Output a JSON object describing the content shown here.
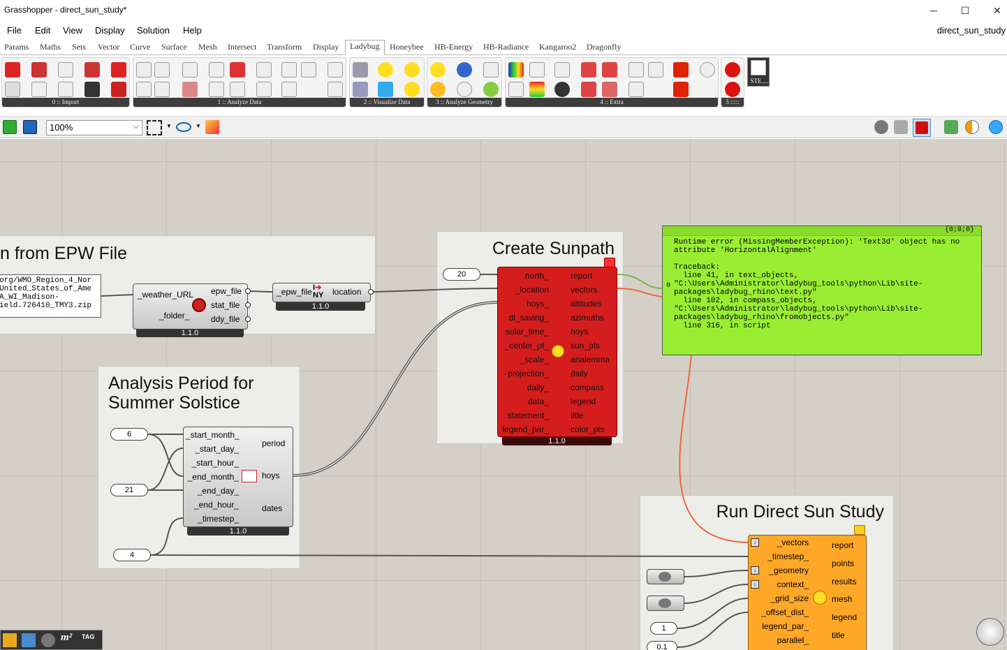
{
  "window": {
    "title": "Grasshopper - direct_sun_study*",
    "doc_name": "direct_sun_study",
    "minimize": "─",
    "maximize": "☐",
    "close": "✕"
  },
  "menu": [
    "File",
    "Edit",
    "View",
    "Display",
    "Solution",
    "Help"
  ],
  "tabs": [
    "Params",
    "Maths",
    "Sets",
    "Vector",
    "Curve",
    "Surface",
    "Mesh",
    "Intersect",
    "Transform",
    "Display",
    "Ladybug",
    "Honeybee",
    "HB-Energy",
    "HB-Radiance",
    "Kangaroo2",
    "Dragonfly"
  ],
  "active_tab": "Ladybug",
  "ribbon_groups": [
    "0 :: Import",
    "1 :: Analyze Data",
    "2 :: Visualize Data",
    "3 :: Analyze Geometry",
    "4 :: Extra",
    "5 :::::"
  ],
  "ribbon_misc": {
    "ste": "STE...."
  },
  "zoom": "100%",
  "groups": {
    "epw": {
      "title": "n from EPW File"
    },
    "sunpath": {
      "title": "Create Sunpath"
    },
    "period": {
      "title": "Analysis Period for Summer Solstice"
    },
    "study": {
      "title": "Run Direct Sun Study"
    }
  },
  "url_panel": {
    "text": "org/WMO_Region_4_Nor\nUnited_States_of_Ame\nA_WI_Madison-\nield.726410_TMY3.zip"
  },
  "download_weather": {
    "inputs": [
      "_weather_URL",
      "_folder_"
    ],
    "outputs": [
      "epw_file",
      "stat_file",
      "ddy_file"
    ],
    "version": "1.1.0"
  },
  "import_location": {
    "inputs": [
      "_epw_file"
    ],
    "outputs": [
      "location"
    ],
    "icon_text": "NY",
    "version": "1.1.0"
  },
  "sunpath": {
    "north_slider": "20",
    "inputs": [
      "north_",
      "_location",
      "hoys_",
      "dl_saving_",
      "solar_time_",
      "_center_pt_",
      "_scale_",
      "projection_",
      "daily_",
      "data_",
      "statement_",
      "legend_par_"
    ],
    "outputs": [
      "report",
      "vectors",
      "altitudes",
      "azimuths",
      "hoys",
      "sun_pts",
      "analemma",
      "daily",
      "compass",
      "legend",
      "title",
      "color_pts"
    ],
    "version": "1.1.0"
  },
  "error_panel": {
    "header": "{0;0;0}",
    "index": "0",
    "text": "Runtime error (MissingMemberException): 'Text3d' object has no\nattribute 'HorizontalAlignment'\n\nTraceback:\n  line 41, in text_objects,\n\"C:\\Users\\Administrator\\ladybug_tools\\python\\Lib\\site-\npackages\\ladybug_rhino\\text.py\"\n  line 102, in compass_objects,\n\"C:\\Users\\Administrator\\ladybug_tools\\python\\Lib\\site-\npackages\\ladybug_rhino\\fromobjects.py\"\n  line 316, in script"
  },
  "analysis_period": {
    "sliders": [
      "6",
      "21",
      "4"
    ],
    "inputs": [
      "_start_month_",
      "_start_day_",
      "_start_hour_",
      "_end_month_",
      "_end_day_",
      "_end_hour_",
      "_timestep_"
    ],
    "outputs": [
      "period",
      "hoys",
      "dates"
    ],
    "version": "1.1.0"
  },
  "direct_sun": {
    "inputs": [
      "_vectors",
      "_timestep_",
      "_geometry",
      "context_",
      "_grid_size",
      "_offset_dist_",
      "legend_par_",
      "parallel_"
    ],
    "outputs": [
      "report",
      "points",
      "results",
      "mesh",
      "legend",
      "title"
    ],
    "sliders": [
      "1",
      "0.1"
    ]
  },
  "colors": {
    "canvas": "#d4d0c8",
    "sunpath_component": "#d51d1d",
    "study_component": "#ffa828",
    "error_panel": "#99ee33",
    "wire_orange": "#e86a3a",
    "wire_green": "#7ab648"
  }
}
